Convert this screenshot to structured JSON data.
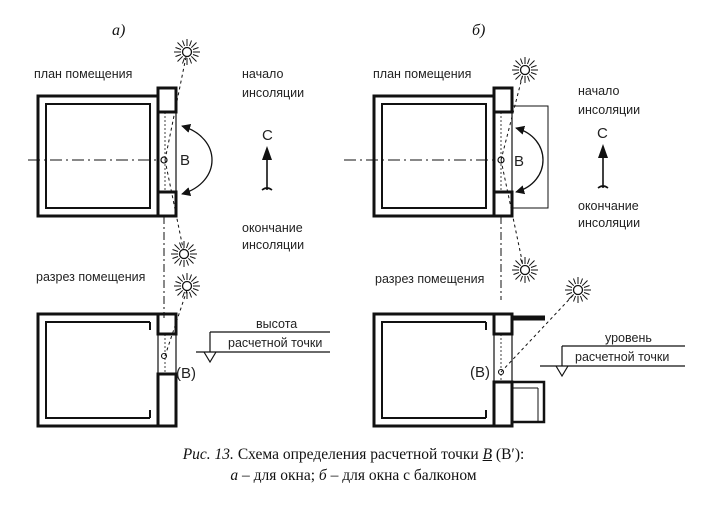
{
  "panels": {
    "a": {
      "letter": "а)",
      "plan_label": "план помещения",
      "start_label": [
        "начало",
        "инсоляции"
      ],
      "end_label": [
        "окончание",
        "инсоляции"
      ],
      "north": "С",
      "point": "В",
      "section_label": "разрез помещения",
      "height_label": [
        "высота",
        "расчетной точки"
      ],
      "section_point": "(В)"
    },
    "b": {
      "letter": "б)",
      "plan_label": "план помещения",
      "start_label": [
        "начало",
        "инсоляции"
      ],
      "end_label": [
        "окончание",
        "инсоляции"
      ],
      "north": "С",
      "point": "В",
      "section_label": "разрез помещения",
      "height_label": [
        "уровень",
        "расчетной точки"
      ],
      "section_point": "(В)"
    }
  },
  "caption": {
    "fig": "Рис. 13.",
    "title": " Схема определения расчетной точки ",
    "point": "В",
    "point_alt": " (В′):",
    "line2_a": "а",
    "line2_a_text": " – для окна; ",
    "line2_b": "б",
    "line2_b_text": " – для окна с балконом"
  },
  "icons": [
    "sun-icon",
    "north-arrow-icon",
    "arc-arrow-icon",
    "level-mark-icon"
  ]
}
